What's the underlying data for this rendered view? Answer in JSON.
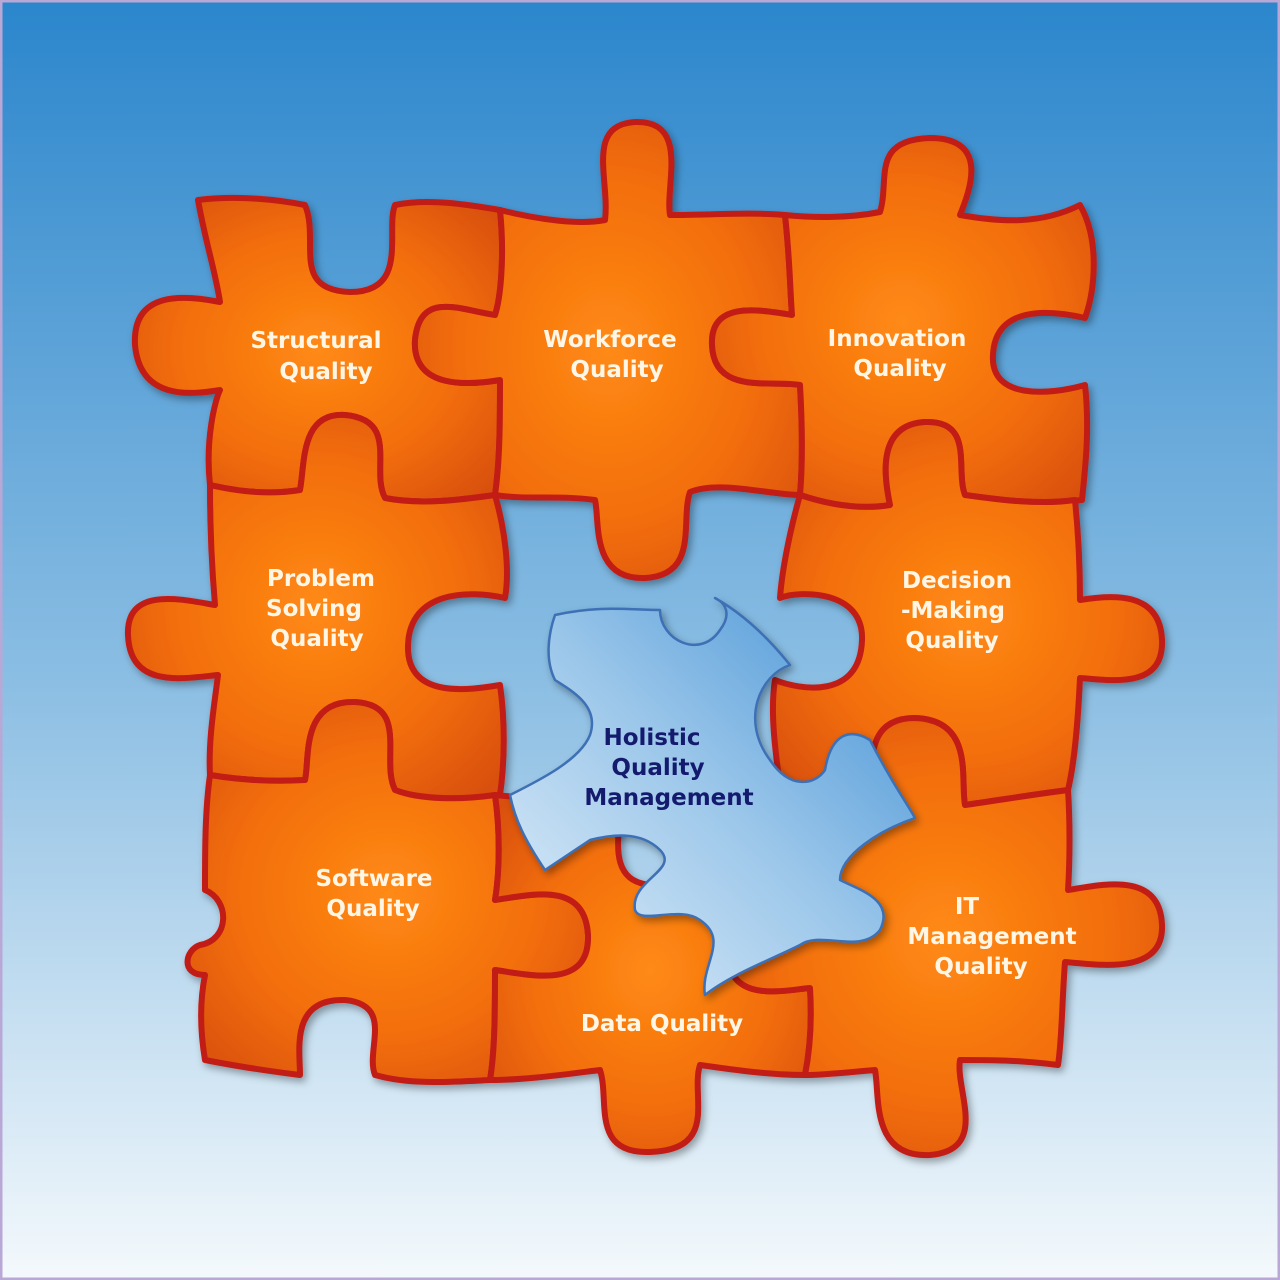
{
  "diagram": {
    "center_piece": {
      "lines": [
        "Holistic",
        "Quality",
        "Management"
      ]
    },
    "pieces": [
      {
        "id": "structural",
        "lines": [
          "Structural",
          "Quality"
        ]
      },
      {
        "id": "workforce",
        "lines": [
          "Workforce",
          "Quality"
        ]
      },
      {
        "id": "innovation",
        "lines": [
          "Innovation",
          "Quality"
        ]
      },
      {
        "id": "problem-solving",
        "lines": [
          "Problem",
          "Solving",
          "Quality"
        ]
      },
      {
        "id": "decision-making",
        "lines": [
          "Decision",
          "-Making",
          "Quality"
        ]
      },
      {
        "id": "software",
        "lines": [
          "Software",
          "Quality"
        ]
      },
      {
        "id": "data",
        "lines": [
          "Data Quality"
        ]
      },
      {
        "id": "it-management",
        "lines": [
          "IT",
          "Management",
          "Quality"
        ]
      }
    ]
  },
  "colors": {
    "background_top": "#2b86cc",
    "background_bottom": "#f4f9fc",
    "piece_fill": "#f47a10",
    "piece_edge": "#c21d12",
    "center_fill": "#7fb4e0",
    "center_text": "#141b6e",
    "piece_text": "#fff6e6"
  }
}
